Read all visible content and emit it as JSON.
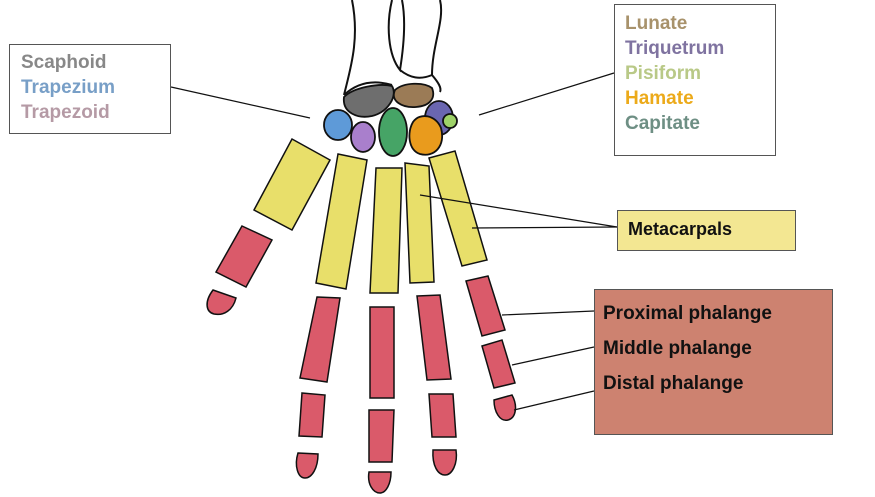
{
  "colors": {
    "metacarpal": "#e8df6a",
    "phalanx": "#da5a6a",
    "scaphoid": "#6e6e6e",
    "trapezium": "#5e9ad8",
    "trapezoid": "#a97fcc",
    "lunate": "#9b7b56",
    "triquetrum": "#6a66b0",
    "pisiform": "#9ed268",
    "hamate": "#e99b1d",
    "capitate": "#46a466",
    "outline": "#111111"
  },
  "labels": {
    "left": [
      {
        "text": "Scaphoid",
        "color": "#888888"
      },
      {
        "text": "Trapezium",
        "color": "#789fc7"
      },
      {
        "text": "Trapezoid",
        "color": "#b59aa5"
      }
    ],
    "right": [
      {
        "text": "Lunate",
        "color": "#a8926b"
      },
      {
        "text": "Triquetrum",
        "color": "#7f73a0"
      },
      {
        "text": "Pisiform",
        "color": "#b9c987"
      },
      {
        "text": "Hamate",
        "color": "#ecaa1a"
      },
      {
        "text": "Capitate",
        "color": "#6e8f84"
      }
    ],
    "metacarpals": "Metacarpals",
    "phalanges": [
      "Proximal phalange",
      "Middle phalange",
      "Distal phalange"
    ]
  }
}
